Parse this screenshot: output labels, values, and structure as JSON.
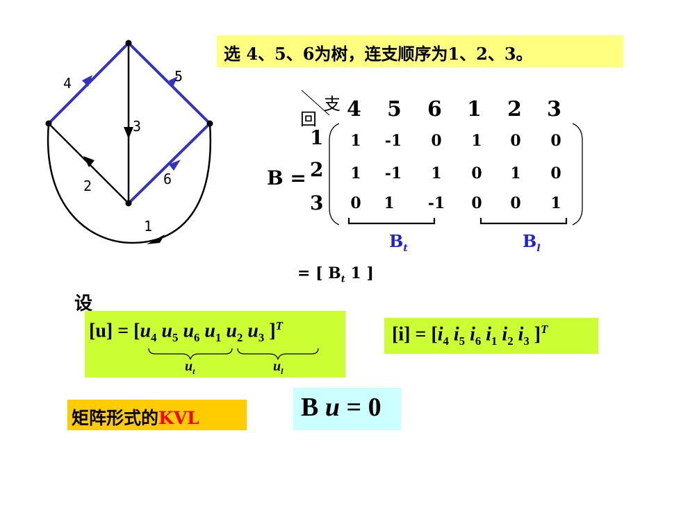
{
  "title": "选 4、5、6为树，连支顺序为1、2、3。",
  "graph": {
    "edge_labels": [
      "4",
      "5",
      "3",
      "2",
      "6",
      "1"
    ],
    "tree_color": "#3333bb"
  },
  "matrix": {
    "corner_top": "支",
    "corner_left": "回",
    "name": "B =",
    "col_headers": [
      "4",
      "5",
      "6",
      "1",
      "2",
      "3"
    ],
    "row_labels": [
      "1",
      "2",
      "3"
    ],
    "rows": [
      [
        "1",
        "-1",
        "0",
        "1",
        "0",
        "0"
      ],
      [
        "1",
        "-1",
        "1",
        "0",
        "1",
        "0"
      ],
      [
        "0",
        "1",
        "-1",
        "0",
        "0",
        "1"
      ]
    ],
    "bt_label": "B",
    "bt_sub": "t",
    "bl_label": "B",
    "bl_sub": "l",
    "partition_prefix": "= [ B",
    "partition_sub": "t",
    "partition_suffix": " 1 ]"
  },
  "let_label": "设",
  "u_eq": {
    "lhs": "[u] = [",
    "terms": [
      "u",
      "u",
      "u",
      "u",
      "u",
      "u"
    ],
    "subs": [
      "4",
      "5",
      "6",
      "1",
      "2",
      "3"
    ],
    "rhs": "]",
    "sup": "T",
    "ut_label": "u",
    "ut_sub": "t",
    "ul_label": "u",
    "ul_sub": "l"
  },
  "i_eq": {
    "lhs": "[i] = [",
    "terms": [
      "i",
      "i",
      "i",
      "i",
      "i",
      "i"
    ],
    "subs": [
      "4",
      "5",
      "6",
      "1",
      "2",
      "3"
    ],
    "rhs": "]",
    "sup": "T"
  },
  "kvl_label": {
    "prefix": "矩阵形式的",
    "highlight": "KVL",
    "highlight_color": "#ff0000"
  },
  "kvl_eq": {
    "b": "B ",
    "u": "u",
    "rest": " = 0"
  }
}
